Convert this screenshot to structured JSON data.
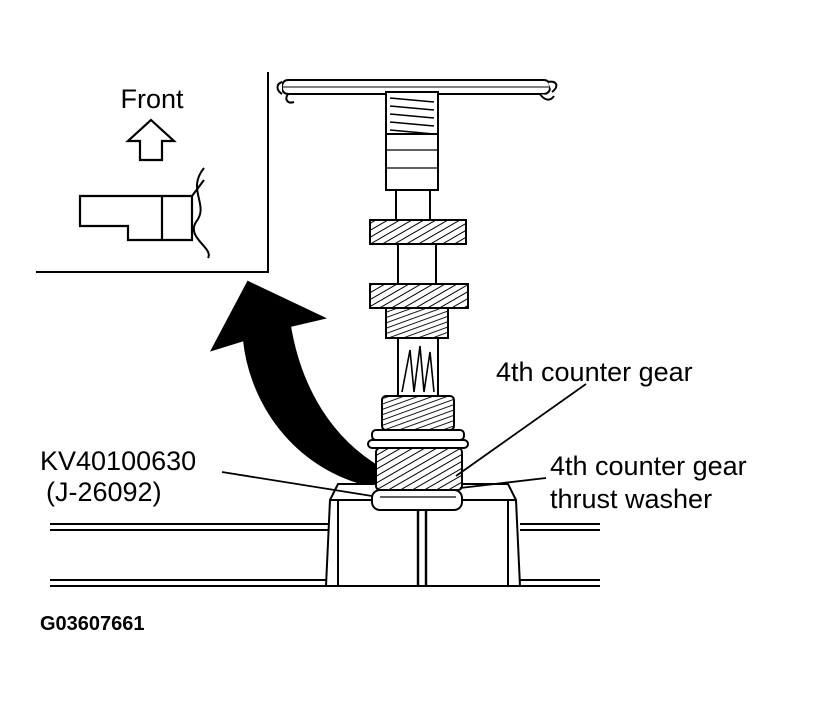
{
  "diagram": {
    "inset": {
      "direction_label": "Front"
    },
    "labels": {
      "counter_gear": "4th counter gear",
      "thrust_washer_line1": "4th counter gear",
      "thrust_washer_line2": "thrust washer",
      "tool_code": "KV40100630",
      "tool_alt_code": "(J-26092)"
    },
    "figure_code": "G03607661"
  },
  "colors": {
    "line": "#000000",
    "background": "#ffffff"
  }
}
